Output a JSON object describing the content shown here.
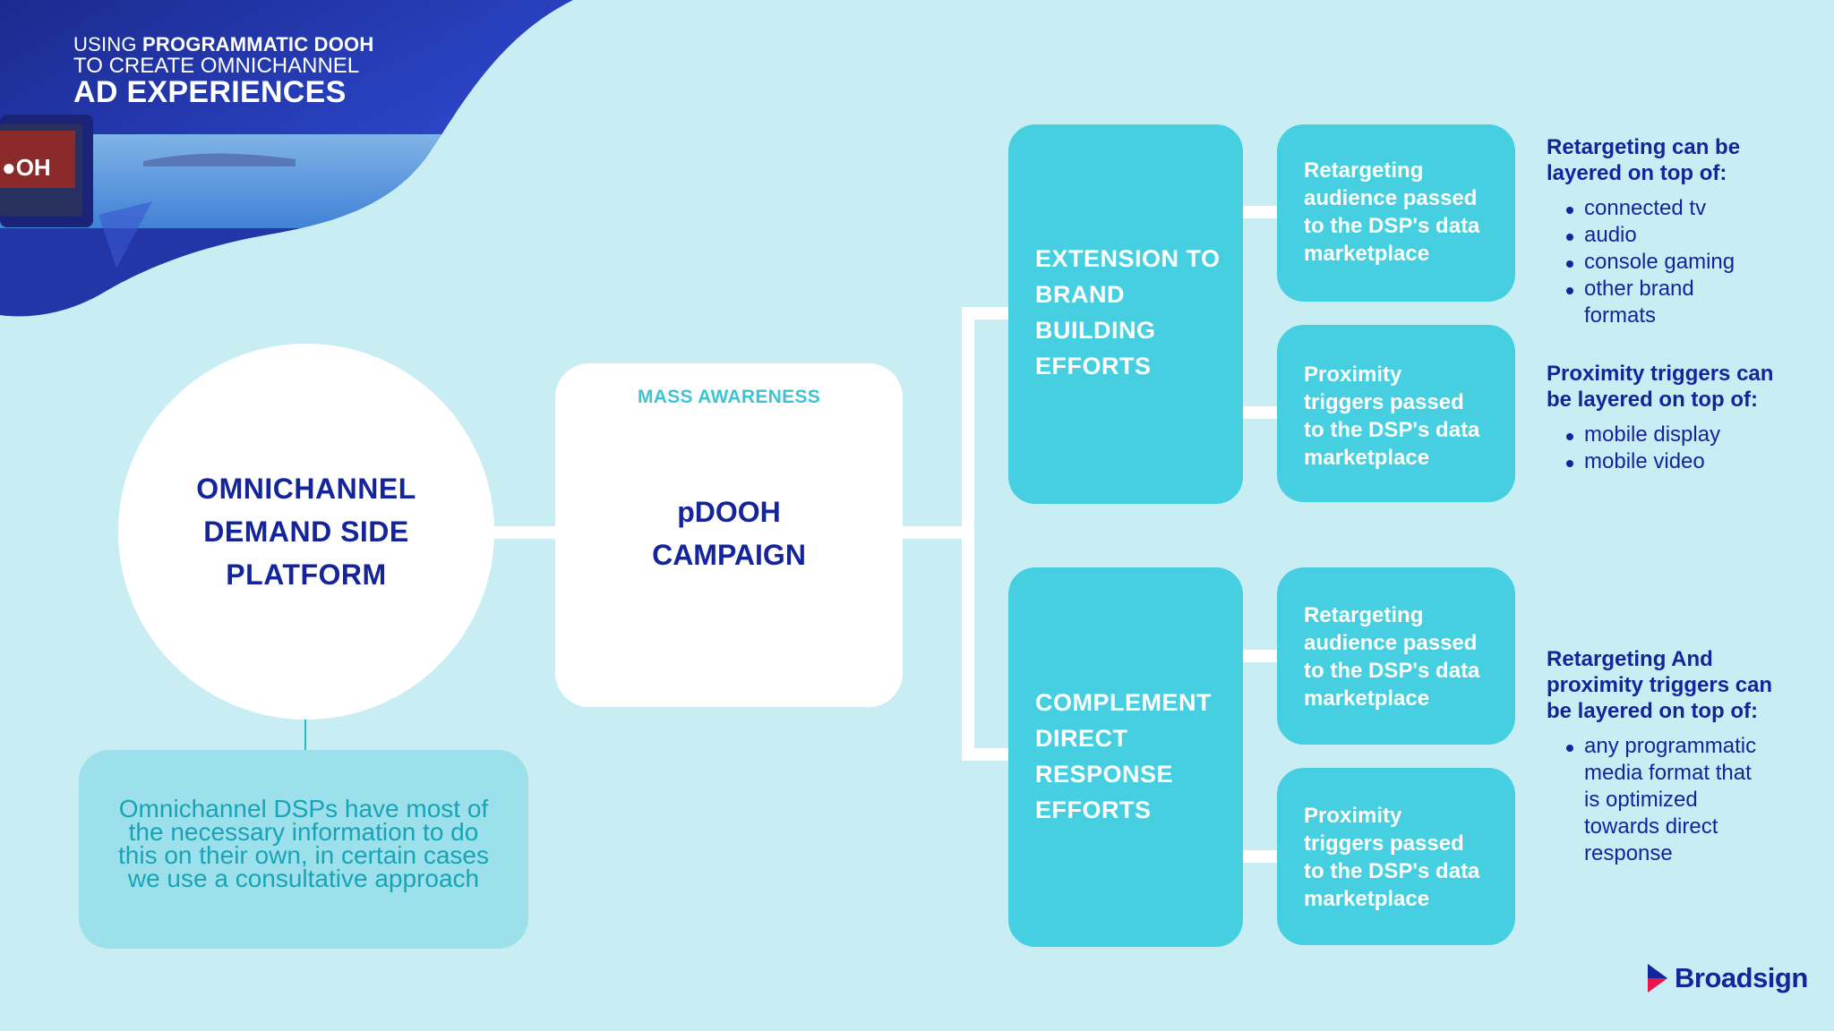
{
  "header": {
    "line1_prefix": "USING",
    "line1_bold": "PROGRAMMATIC DOOH",
    "line2": "TO CREATE OMNICHANNEL",
    "line3": "AD EXPERIENCES",
    "screen_logo": "OOH"
  },
  "dsp": {
    "title": "OMNICHANNEL\nDEMAND SIDE\nPLATFORM",
    "note": "Omnichannel DSPs have most of\nthe necessary information to do\nthis on their own, in certain cases\nwe use a consultative approach"
  },
  "campaign": {
    "kicker": "MASS AWARENESS",
    "title": "pDOOH\nCAMPAIGN"
  },
  "branches": [
    {
      "label": "EXTENSION TO\nBRAND\nBUILDING\nEFFORTS",
      "subs": [
        "Retargeting\naudience passed\nto the DSP's data\nmarketplace",
        "Proximity\ntriggers passed\nto the DSP's data\nmarketplace"
      ]
    },
    {
      "label": "COMPLEMENT\nDIRECT\nRESPONSE\nEFFORTS",
      "subs": [
        "Retargeting\naudience passed\nto the DSP's data\nmarketplace",
        "Proximity\ntriggers passed\nto the DSP's data\nmarketplace"
      ]
    }
  ],
  "side_notes": [
    {
      "heading": "Retargeting can be\nlayered on top of:",
      "items": [
        "connected tv",
        "audio",
        "console gaming",
        "other brand\nformats"
      ]
    },
    {
      "heading": "Proximity triggers can\nbe layered on top of:",
      "items": [
        "mobile display",
        "mobile video"
      ]
    },
    {
      "heading": "Retargeting And\nproximity triggers can\nbe layered on top of:",
      "items": [
        "any programmatic\nmedia format that\nis optimized\ntowards direct\nresponse"
      ]
    }
  ],
  "brand": {
    "name": "Broadsign",
    "color": "#14249a",
    "accent": "#e8174a"
  }
}
